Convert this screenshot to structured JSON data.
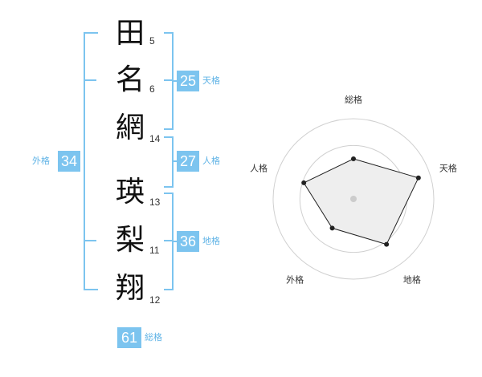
{
  "name": {
    "characters": [
      {
        "char": "田",
        "strokes": "5"
      },
      {
        "char": "名",
        "strokes": "6"
      },
      {
        "char": "網",
        "strokes": "14"
      },
      {
        "char": "瑛",
        "strokes": "13"
      },
      {
        "char": "梨",
        "strokes": "11"
      },
      {
        "char": "翔",
        "strokes": "12"
      }
    ]
  },
  "scores": {
    "tenkaku": {
      "value": "25",
      "label": "天格"
    },
    "jinkaku": {
      "value": "27",
      "label": "人格"
    },
    "chikaku": {
      "value": "36",
      "label": "地格"
    },
    "gaikaku": {
      "value": "34",
      "label": "外格"
    },
    "soukaku": {
      "value": "61",
      "label": "総格"
    }
  },
  "radar": {
    "axes": [
      "総格",
      "天格",
      "地格",
      "外格",
      "人格"
    ],
    "levels": 3,
    "values": [
      0.5,
      0.85,
      0.7,
      0.45,
      0.65
    ],
    "colors": {
      "accent": "#7cc4ef",
      "fill": "#eeeeee",
      "line": "#222222"
    }
  }
}
